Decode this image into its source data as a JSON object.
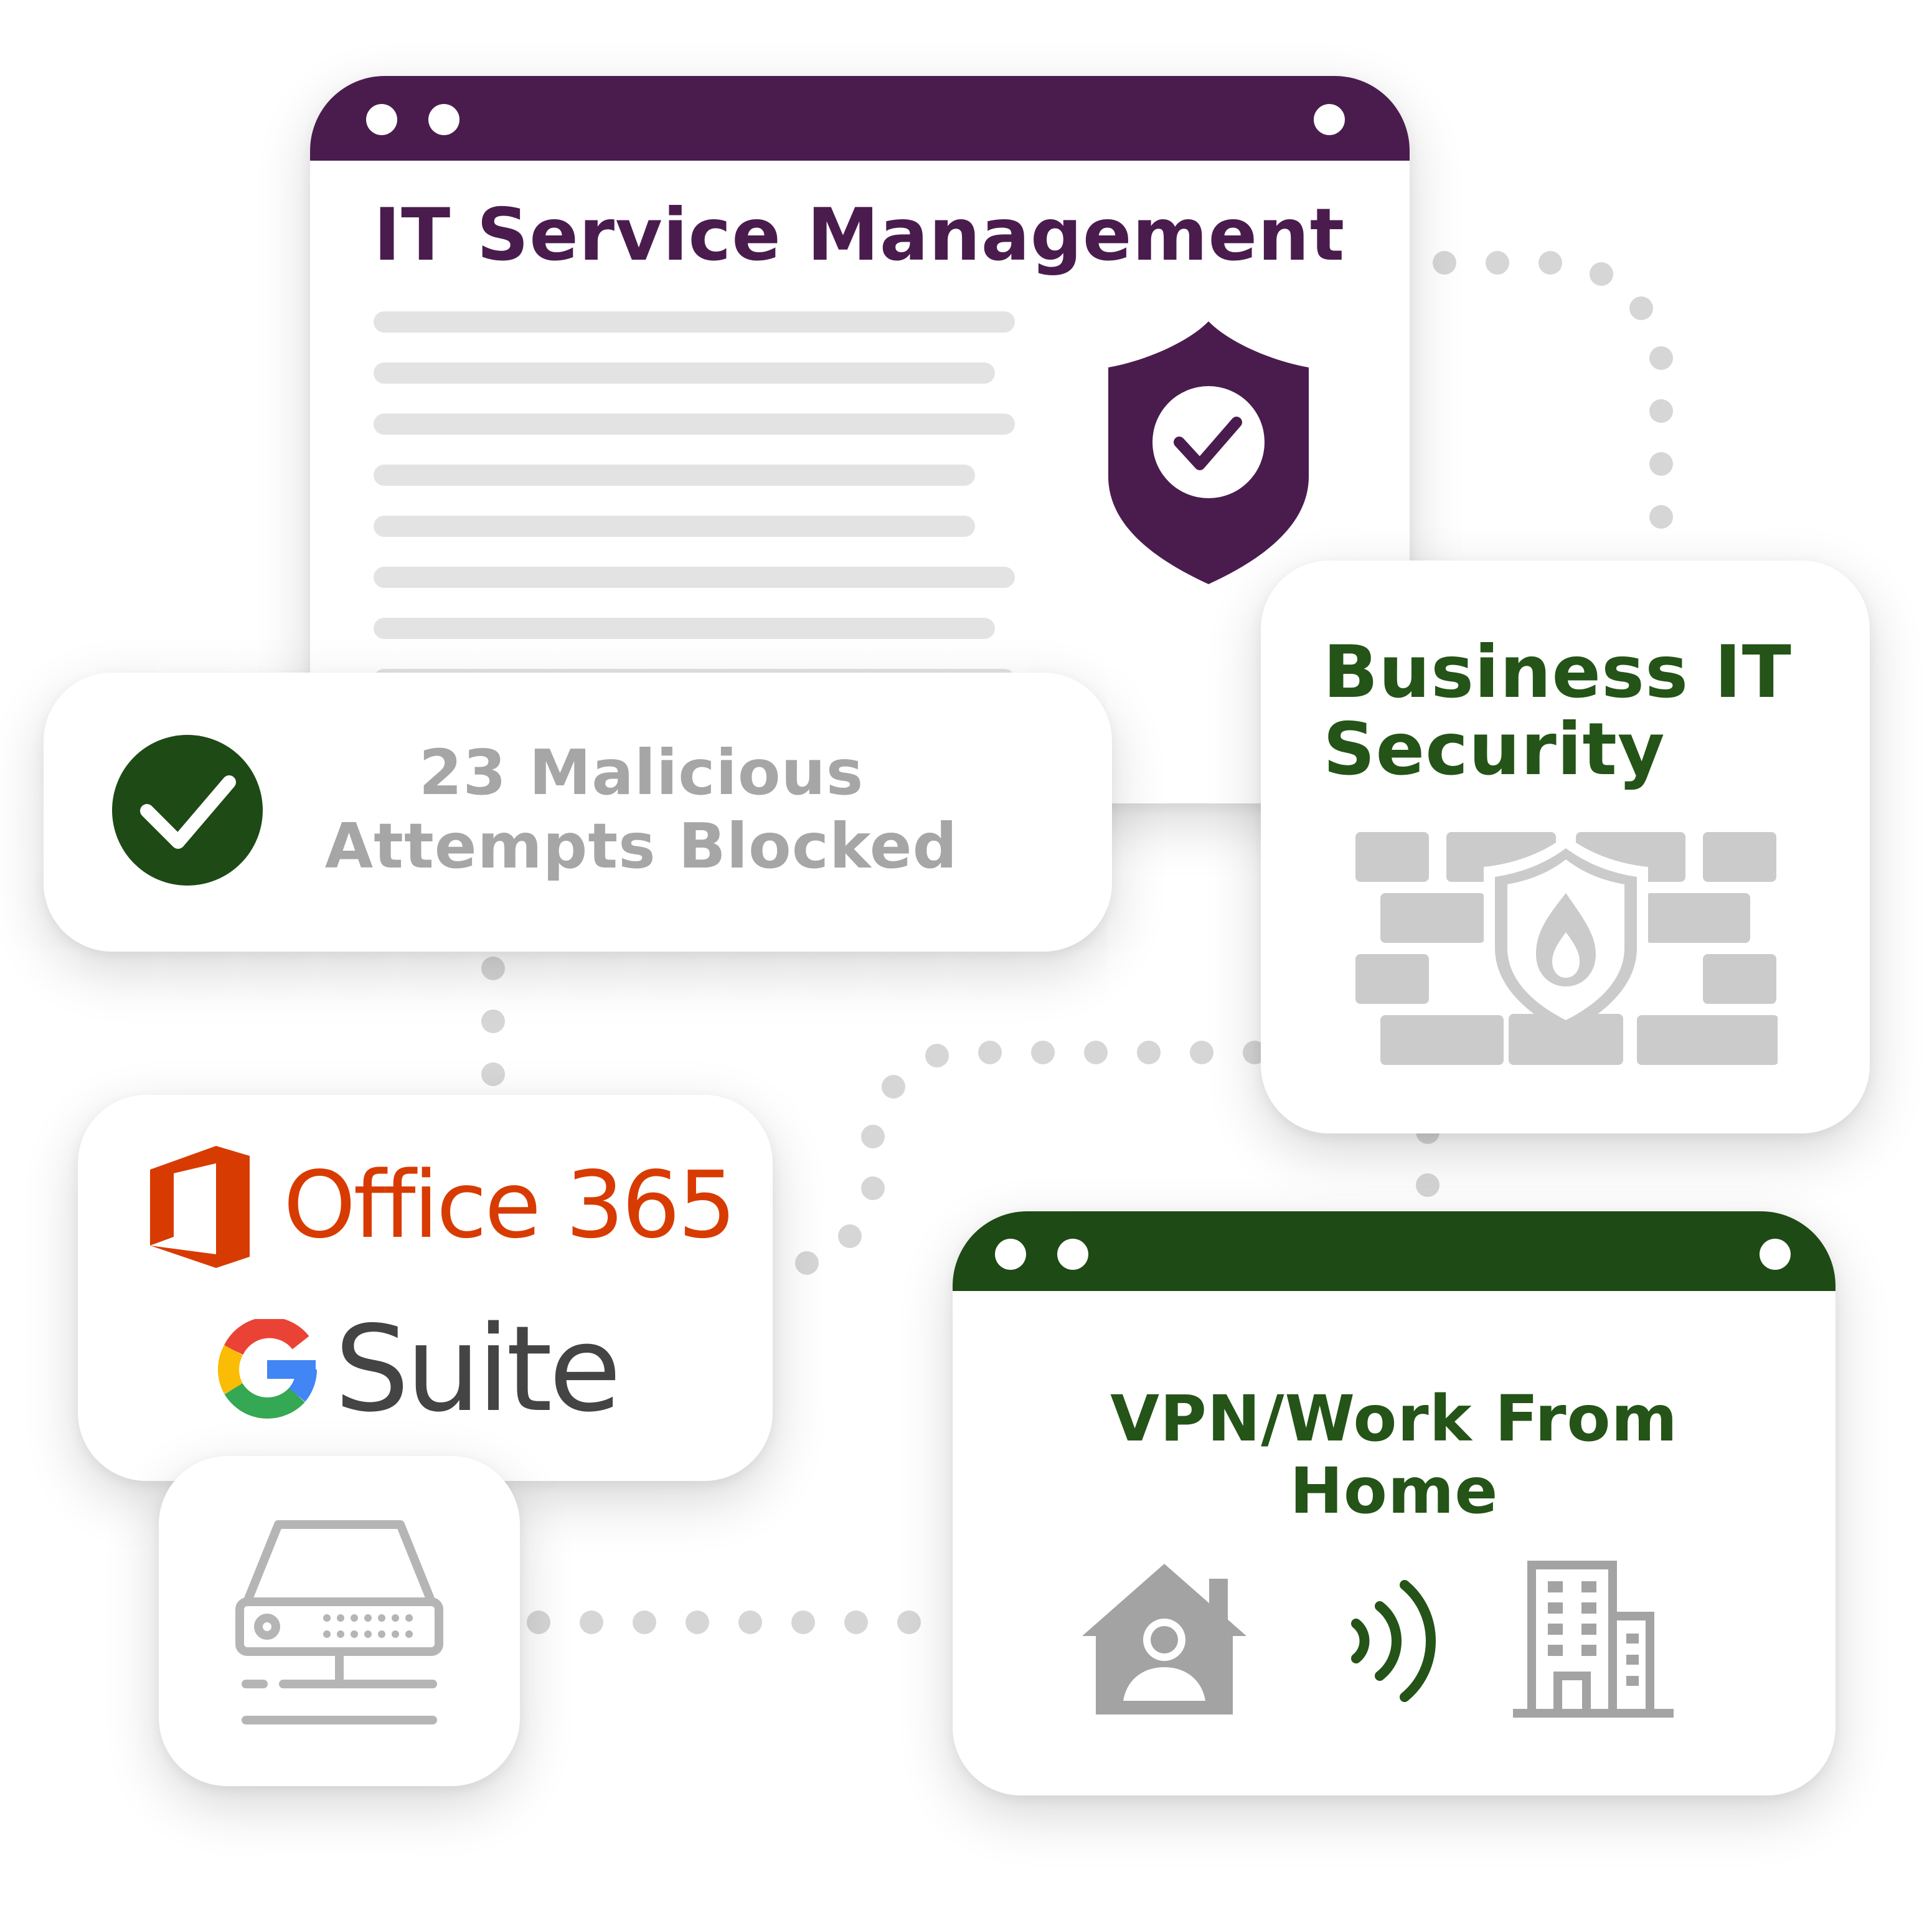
{
  "colors": {
    "purple": "#4a1c4e",
    "green": "#1e4a15",
    "green_text": "#245417",
    "grey_icon": "#cbcbcb",
    "grey_text": "#a6a6a6",
    "office_orange": "#d83b01",
    "gsuite_text": "#444444"
  },
  "itsm_window": {
    "title": "IT Service Management",
    "icon": "shield-check-icon"
  },
  "blocked_card": {
    "line1": "23 Malicious",
    "line2": "Attempts Blocked",
    "icon": "check-circle-icon"
  },
  "security_card": {
    "line1": "Business IT",
    "line2": "Security",
    "icon": "firewall-icon"
  },
  "apps_card": {
    "office_label": "Office 365",
    "office_icon": "office-logo-icon",
    "gsuite_label": "Suite",
    "gsuite_icon": "google-g-icon"
  },
  "server_card": {
    "icon": "network-server-icon"
  },
  "vpn_window": {
    "line1": "VPN/Work From",
    "line2": "Home",
    "icons": [
      "home-user-icon",
      "wireless-signal-icon",
      "office-building-icon"
    ]
  }
}
